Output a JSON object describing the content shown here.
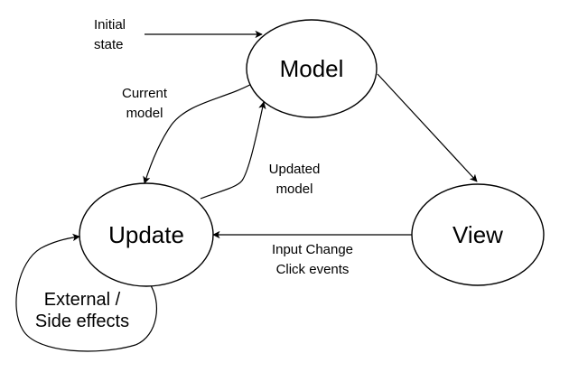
{
  "nodes": {
    "model": "Model",
    "update": "Update",
    "view": "View"
  },
  "edges": {
    "initial_state": [
      "Initial",
      "state"
    ],
    "current_model": [
      "Current",
      "model"
    ],
    "updated_model": [
      "Updated",
      "model"
    ],
    "input_events": [
      "Input Change",
      "Click events"
    ],
    "side_effects": [
      "External /",
      "Side effects"
    ]
  },
  "colors": {
    "stroke": "#000000",
    "background": "#ffffff"
  }
}
